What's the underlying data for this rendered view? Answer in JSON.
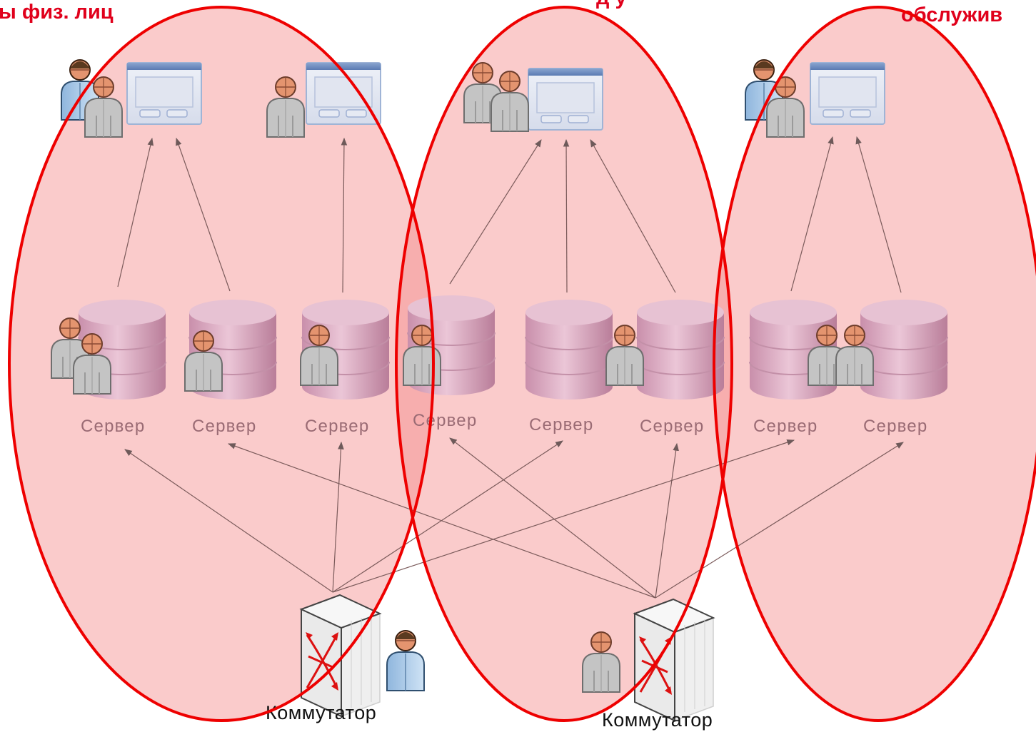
{
  "titles": {
    "left": "ы физ. лиц",
    "middle": "д   у",
    "right": "обслужив"
  },
  "server_label": "Сервер",
  "switch_label": "Коммутатор",
  "colors": {
    "zone_fill": "#f58a8a",
    "zone_stroke": "#ee0000",
    "title": "#e0001b",
    "server_body": "#d9a9bf",
    "server_label": "#9a6b74",
    "connector": "#7a5a5a",
    "window_frame": "#9fb4d6",
    "switch_arrow": "#dd1111",
    "person_skin": "#e4946f"
  },
  "zones": [
    {
      "name": "zone-left"
    },
    {
      "name": "zone-middle"
    },
    {
      "name": "zone-right"
    }
  ],
  "windows": [
    {
      "name": "window-1"
    },
    {
      "name": "window-2"
    },
    {
      "name": "window-3"
    },
    {
      "name": "window-4"
    }
  ],
  "servers": [
    {
      "label": "Сервер"
    },
    {
      "label": "Сервер"
    },
    {
      "label": "Сервер"
    },
    {
      "label": "Сервер"
    },
    {
      "label": "Сервер"
    },
    {
      "label": "Сервер"
    },
    {
      "label": "Сервер"
    },
    {
      "label": "Сервер"
    }
  ],
  "switches": [
    {
      "label": "Коммутатор"
    },
    {
      "label": "Коммутатор"
    }
  ]
}
